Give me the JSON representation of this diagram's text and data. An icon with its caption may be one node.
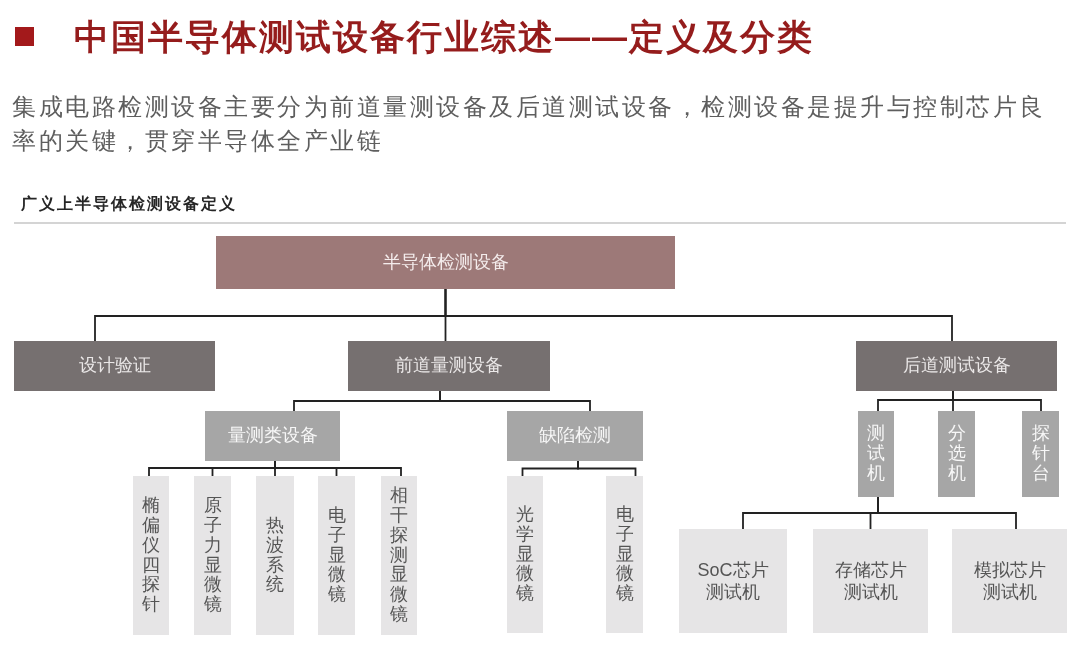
{
  "diagram": {
    "title": "中国半导体测试设备行业综述——定义及分类",
    "nodes": [
      {
        "text": [
          "半导体检测设备"
        ]
      },
      {
        "text": [
          "设计验证"
        ]
      },
      {
        "text": [
          "前道量测设备"
        ]
      },
      {
        "text": [
          "后道测试设备"
        ]
      },
      {
        "text": [
          "量测类设备"
        ]
      },
      {
        "text": [
          "缺陷检测"
        ]
      },
      {
        "text": [
          "椭偏仪四探针"
        ]
      },
      {
        "text": [
          "原子力显微镜"
        ]
      },
      {
        "text": [
          "热波系统"
        ]
      },
      {
        "text": [
          "电子显微镜"
        ]
      },
      {
        "text": [
          "相干探测显微镜"
        ]
      },
      {
        "text": [
          "光学显微镜"
        ]
      },
      {
        "text": [
          "电子显微镜"
        ]
      },
      {
        "text": [
          "测试机"
        ]
      },
      {
        "text": [
          "分选机"
        ]
      },
      {
        "text": [
          "探针台"
        ]
      },
      {
        "text": [
          "SoC芯片测试机"
        ]
      },
      {
        "text": [
          "存储芯片测试机"
        ]
      },
      {
        "text": [
          "模拟芯片测试机"
        ]
      }
    ],
    "edges": [
      {
        "from": 0,
        "to": 1,
        "arrow": "none"
      },
      {
        "from": 0,
        "to": 2,
        "arrow": "none"
      },
      {
        "from": 0,
        "to": 3,
        "arrow": "none"
      },
      {
        "from": 2,
        "to": 4,
        "arrow": "none"
      },
      {
        "from": 2,
        "to": 5,
        "arrow": "none"
      },
      {
        "from": 4,
        "to": 6,
        "arrow": "none"
      },
      {
        "from": 4,
        "to": 7,
        "arrow": "none"
      },
      {
        "from": 4,
        "to": 8,
        "arrow": "none"
      },
      {
        "from": 4,
        "to": 9,
        "arrow": "none"
      },
      {
        "from": 4,
        "to": 10,
        "arrow": "none"
      },
      {
        "from": 5,
        "to": 11,
        "arrow": "none"
      },
      {
        "from": 5,
        "to": 12,
        "arrow": "none"
      },
      {
        "from": 3,
        "to": 13,
        "arrow": "none"
      },
      {
        "from": 3,
        "to": 14,
        "arrow": "none"
      },
      {
        "from": 3,
        "to": 15,
        "arrow": "none"
      },
      {
        "from": 13,
        "to": 16,
        "arrow": "none"
      },
      {
        "from": 13,
        "to": 17,
        "arrow": "none"
      },
      {
        "from": 13,
        "to": 18,
        "arrow": "none"
      }
    ],
    "labels": [
      "集成电路检测设备主要分为前道量测设备及后道测试设备，检测设备是提升与控制芯片良率的关键，贯穿半导体全产业链",
      "广义上半导体检测设备定义"
    ]
  }
}
